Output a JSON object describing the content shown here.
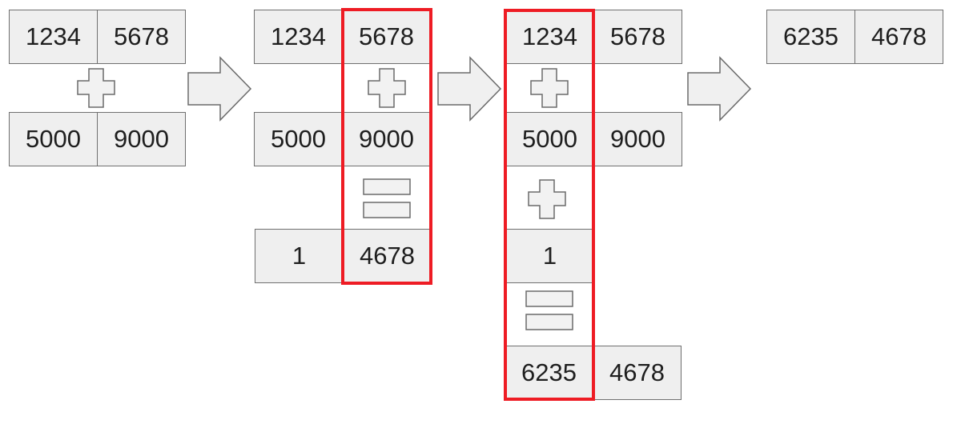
{
  "colors": {
    "cell_fill": "#efefef",
    "cell_border": "#6f6f6f",
    "highlight": "#ee1c24",
    "symbol_fill": "#f2f2f2",
    "symbol_stroke": "#6a6a6a"
  },
  "step1": {
    "top": [
      "1234",
      "5678"
    ],
    "bottom": [
      "5000",
      "9000"
    ]
  },
  "step2": {
    "top": [
      "1234",
      "5678"
    ],
    "middle": [
      "5000",
      "9000"
    ],
    "result": [
      "1",
      "4678"
    ]
  },
  "step3": {
    "top": [
      "1234",
      "5678"
    ],
    "middle": [
      "5000",
      "9000"
    ],
    "carry": "1",
    "result": [
      "6235",
      "4678"
    ]
  },
  "final": {
    "result": [
      "6235",
      "4678"
    ]
  }
}
